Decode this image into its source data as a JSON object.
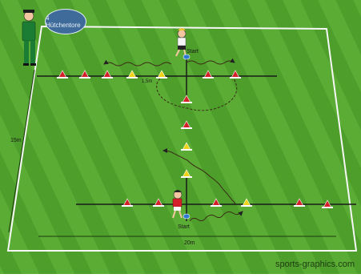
{
  "title": "4 Hütchentore",
  "dimensions": {
    "length": "15m",
    "width": "20m",
    "gap": "1,5m"
  },
  "labels": {
    "start_top": "Start",
    "start_bottom": "Start"
  },
  "watermark": "sports-graphics.com",
  "colors": {
    "grass_dark": "#3f8f24",
    "grass_light": "#57aa33",
    "cone_red": "#d3202b",
    "cone_yellow": "#f0d317",
    "line_white": "#f7f7f7"
  },
  "icons": [
    "coach-icon",
    "player-top-icon",
    "player-bottom-icon",
    "ball-icon",
    "cone-icon"
  ]
}
